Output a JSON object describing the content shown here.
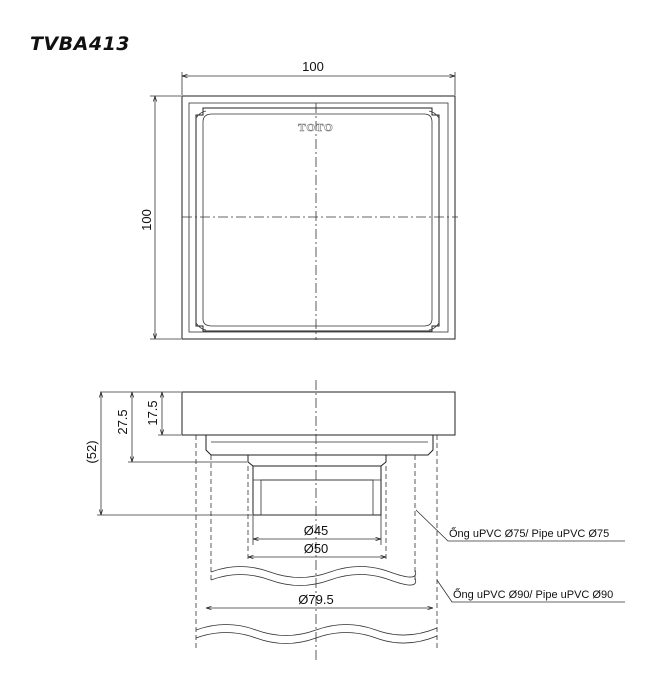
{
  "title": "TVBA413",
  "top_view": {
    "width_label": "100",
    "height_label": "100",
    "brand": "TOTO"
  },
  "side_view": {
    "dim_17_5": "17.5",
    "dim_27_5": "27.5",
    "dim_52": "(52)",
    "dia_45": "Ø45",
    "dia_50": "Ø50",
    "dia_79_5": "Ø79.5"
  },
  "callouts": {
    "pipe_75": "Ống uPVC Ø75/ Pipe uPVC Ø75",
    "pipe_90": "Ống uPVC Ø90/ Pipe uPVC Ø90"
  }
}
